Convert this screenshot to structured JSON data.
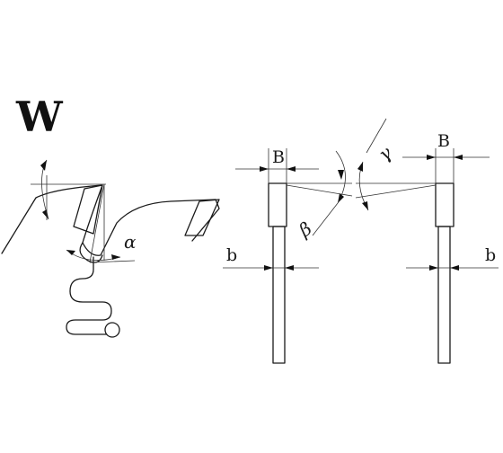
{
  "grind_type": "W",
  "labels": {
    "alpha": "α",
    "beta": "β",
    "gamma": "γ",
    "kerf_width": "B",
    "body_thickness": "b"
  }
}
